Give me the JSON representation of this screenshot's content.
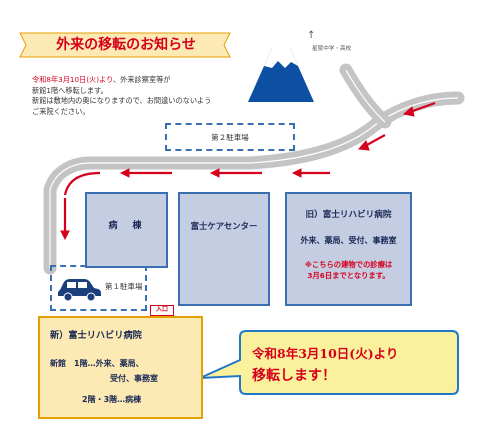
{
  "title": "外来の移転のお知らせ",
  "notice": {
    "line1_red": "令和8年3月10日(火)より",
    "line1_rest": "、外来診察室等が",
    "line2": "新館1階へ移転します。",
    "line3": "新館は敷地内の奥になりますので、お間違いのないよう",
    "line4": "ご来院ください。"
  },
  "north": {
    "arrow": "↑",
    "label": "星陵中学・高校"
  },
  "parking": {
    "lot2": "第２駐車場",
    "lot1": "第１駐車場"
  },
  "buildings": {
    "ward": "病　棟",
    "care_center": "富士ケアセンター",
    "old_hospital": {
      "name": "旧）富士リハビリ病院",
      "departments": "外来、薬局、受付、事務室",
      "note_line1": "※こちらの建物での診療は",
      "note_line2": "3月6日までとなります。"
    }
  },
  "entrance": "入口",
  "new_hospital": {
    "name": "新）富士リハビリ病院",
    "floor1_a": "新館　1階…外来、薬局、",
    "floor1_b": "受付、事務室",
    "floor2": "2階・3階…病棟"
  },
  "callout": {
    "line1": "令和8年3月10日(火)より",
    "line2": "移転します！"
  },
  "colors": {
    "road": "#c4c4c4",
    "route_arrow": "#d6001c",
    "building_fill": "#c5cde3",
    "building_border": "#3a6fb0",
    "title_banner": "#fde9b3",
    "callout_fill": "#fbf19c",
    "callout_border": "#1f78c8",
    "new_box_fill": "#fde9b3",
    "new_box_border": "#e4a000"
  },
  "icons": [
    "mount-fuji-icon",
    "car-icon",
    "north-arrow-icon"
  ]
}
